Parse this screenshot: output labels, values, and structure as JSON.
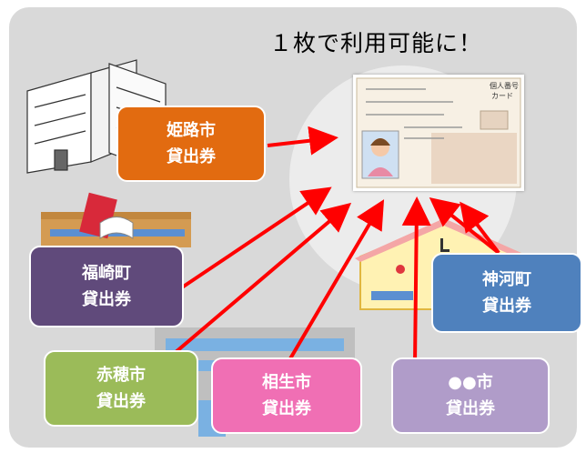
{
  "headline": "１枚で利用可能に！",
  "cards": [
    {
      "line1": "姫路市",
      "line2": "貸出券",
      "color": "#e26b10"
    },
    {
      "line1": "福崎町",
      "line2": "貸出券",
      "color": "#604a7b"
    },
    {
      "line1": "神河町",
      "line2": "貸出券",
      "color": "#4f81bd"
    },
    {
      "line1": "赤穂市",
      "line2": "貸出券",
      "color": "#9bbb59"
    },
    {
      "line1": "相生市",
      "line2": "貸出券",
      "color": "#f06fb4"
    },
    {
      "line1": "●●市",
      "line2": "貸出券",
      "color": "#b09cc9"
    }
  ],
  "id_card": {
    "title_line1": "個人番号",
    "title_line2": "カード",
    "icon": "my-number-card-icon"
  },
  "arrow_color": "#ff0000",
  "icons": [
    "office-building-icon",
    "library-books-icon",
    "house-icon",
    "school-building-icon"
  ]
}
